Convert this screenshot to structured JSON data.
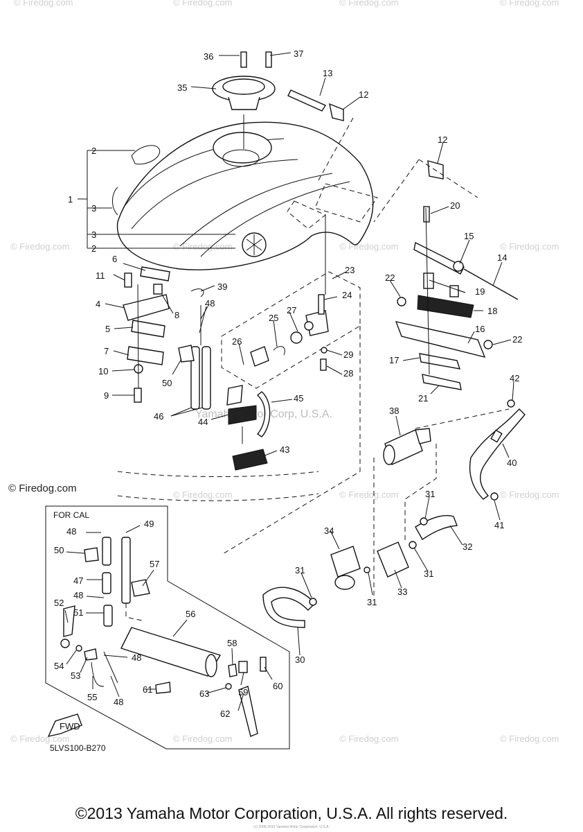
{
  "diagram": {
    "for_cal_label": "FOR CAL",
    "figure_code": "5LVS100-B270",
    "fwd_label": "FWD",
    "callouts": [
      "36",
      "37",
      "35",
      "13",
      "12",
      "12",
      "2",
      "1",
      "3",
      "3",
      "2",
      "20",
      "15",
      "14",
      "6",
      "11",
      "39",
      "48",
      "22",
      "19",
      "18",
      "4",
      "8",
      "24",
      "23",
      "27",
      "25",
      "5",
      "26",
      "29",
      "28",
      "16",
      "22",
      "7",
      "50",
      "17",
      "21",
      "10",
      "9",
      "46",
      "45",
      "44",
      "43",
      "42",
      "38",
      "40",
      "31",
      "41",
      "49",
      "48",
      "50",
      "57",
      "47",
      "48",
      "52",
      "51",
      "56",
      "48",
      "58",
      "54",
      "53",
      "60",
      "59",
      "55",
      "61",
      "63",
      "48",
      "62",
      "34",
      "32",
      "31",
      "31",
      "33",
      "31",
      "30"
    ]
  },
  "watermarks": {
    "site": "© Firedog.com",
    "site_left": "© Firedog.com",
    "center": "Yamaha Motor Corp, U.S.A."
  },
  "footer": {
    "copyright": "©2013 Yamaha Motor Corporation, U.S.A. All rights reserved.",
    "small_copy": "(c) 2005-2015 Yamaha Motor Corporation, U.S.A."
  }
}
